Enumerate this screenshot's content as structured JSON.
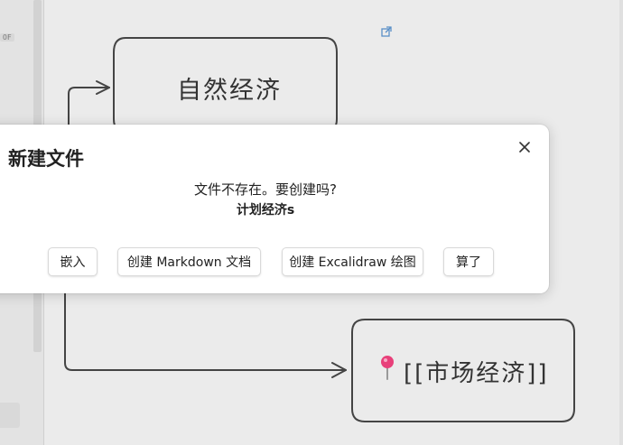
{
  "sidebar": {
    "badge": "OF"
  },
  "canvas": {
    "top_node": {
      "label": "自然经济"
    },
    "bottom_node": {
      "pin_icon": "pushpin-icon",
      "label": "[[市场经济]]",
      "pin_color": "#e8407a"
    },
    "external_link_icon": "external-link-icon",
    "stroke_color": "#444444"
  },
  "dialog": {
    "title": "新建文件",
    "message": "文件不存在。要创建吗?",
    "filename": "计划经济s",
    "close_icon": "close-icon",
    "buttons": {
      "embed": "嵌入",
      "create_markdown": "创建 Markdown 文档",
      "create_excalidraw": "创建 Excalidraw 绘图",
      "cancel": "算了"
    }
  }
}
